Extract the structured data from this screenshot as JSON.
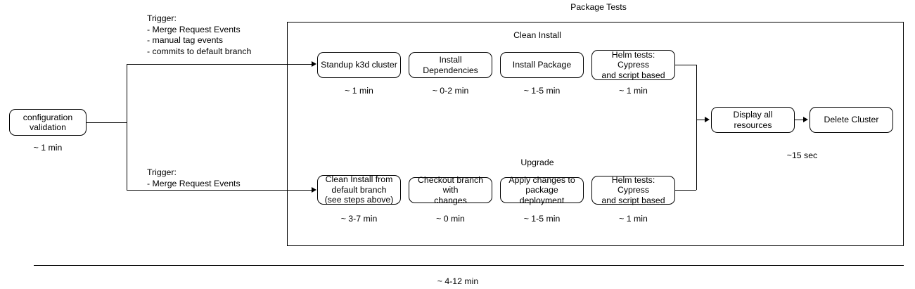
{
  "diagram": {
    "title": "Package Tests",
    "sections": {
      "clean_install": "Clean Install",
      "upgrade": "Upgrade"
    },
    "triggers": {
      "top": "Trigger:\n- Merge Request Events\n- manual tag events\n- commits to default branch",
      "bottom": "Trigger:\n- Merge Request Events"
    },
    "start": {
      "label": "configuration\nvalidation",
      "duration": "~ 1 min"
    },
    "clean_install_steps": [
      {
        "label": "Standup k3d cluster",
        "duration": "~ 1 min"
      },
      {
        "label": "Install Dependencies",
        "duration": "~ 0-2 min"
      },
      {
        "label": "Install Package",
        "duration": "~ 1-5 min"
      },
      {
        "label": "Helm tests: Cypress\nand script based",
        "duration": "~ 1 min"
      }
    ],
    "upgrade_steps": [
      {
        "label": "Clean Install from\ndefault branch\n(see steps above)",
        "duration": "~ 3-7 min"
      },
      {
        "label": "Checkout branch with\nchanges",
        "duration": "~ 0 min"
      },
      {
        "label": "Apply changes to\npackage deployment",
        "duration": "~ 1-5 min"
      },
      {
        "label": "Helm tests: Cypress\nand script based",
        "duration": "~ 1 min"
      }
    ],
    "teardown_steps": [
      {
        "label": "Display all resources"
      },
      {
        "label": "Delete Cluster"
      }
    ],
    "teardown_duration": "~15 sec",
    "total_duration": "~ 4-12 min",
    "colors": {
      "stroke": "#000000",
      "fill": "#ffffff",
      "text": "#000000"
    }
  }
}
